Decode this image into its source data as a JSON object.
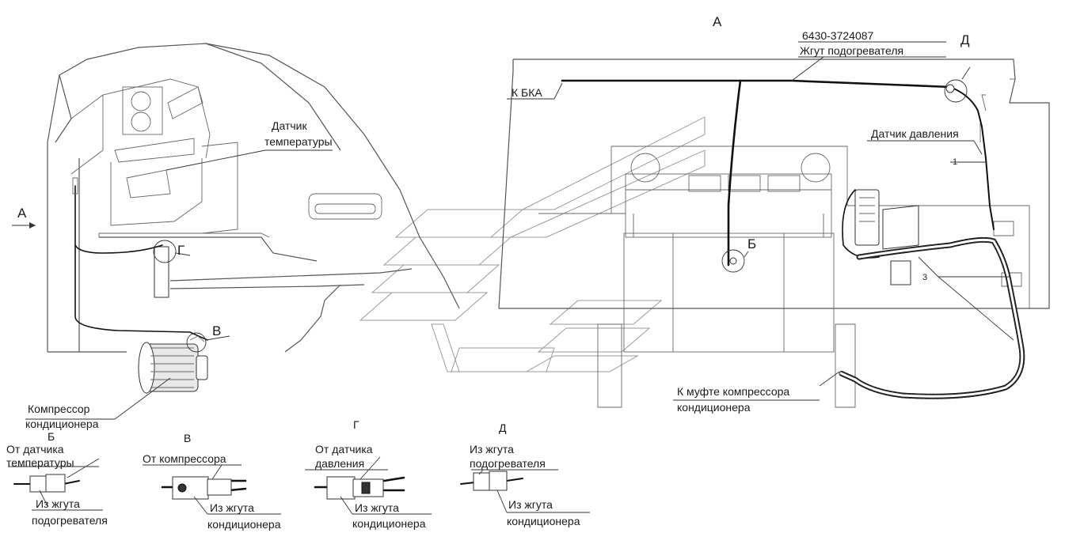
{
  "labels": {
    "view_a_top": "А",
    "view_a_side": "А",
    "part_number": "6430-3724087",
    "heater_harness": "Жгут подогревателя",
    "to_bka": "К БКА",
    "callout_d": "Д",
    "temp_sensor_1": "Датчик",
    "temp_sensor_2": "температуры",
    "pressure_sensor": "Датчик давления",
    "callout_b": "Б",
    "callout_g": "Г",
    "callout_v": "В",
    "num_1": "1",
    "num_3": "3",
    "compressor_1": "Компрессор",
    "compressor_2": "кондиционера",
    "clutch_1": "К муфте компрессора",
    "clutch_2": "кондиционера"
  },
  "details": {
    "b": {
      "title": "Б",
      "top_1": "От датчика",
      "top_2": "температуры",
      "bottom_1": "Из жгута",
      "bottom_2": "подогревателя"
    },
    "v": {
      "title": "В",
      "top_1": "От компрессора",
      "bottom_1": "Из жгута",
      "bottom_2": "кондиционера"
    },
    "g": {
      "title": "Г",
      "top_1": "От датчика",
      "top_2": "давления",
      "bottom_1": "Из жгута",
      "bottom_2": "кондиционера"
    },
    "d": {
      "title": "Д",
      "top_1": "Из жгута",
      "top_2": "подогревателя",
      "bottom_1": "Из жгута",
      "bottom_2": "кондиционера"
    }
  },
  "colors": {
    "line": "#333333",
    "cable": "#111111",
    "watermark": "#9a9a9a"
  }
}
